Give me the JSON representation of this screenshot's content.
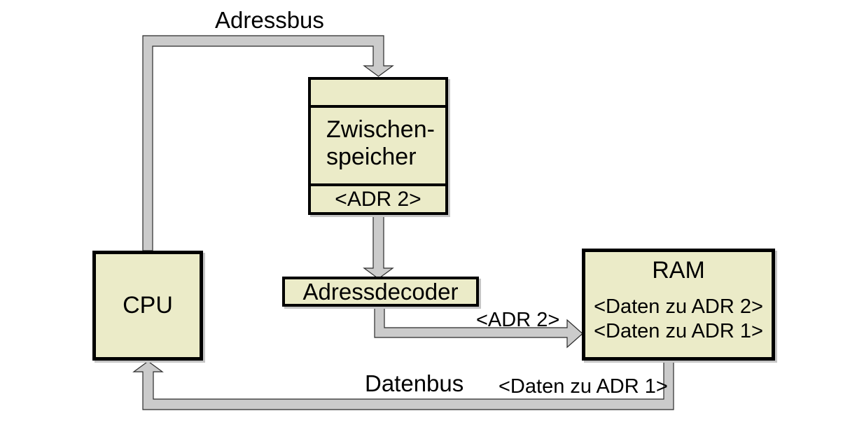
{
  "colors": {
    "background": "#ffffff",
    "box_fill": "#ebebc8",
    "box_border": "#000000",
    "box_shadow": "#c6c6c6",
    "bus_fill": "#cbcbcb",
    "bus_outline": "#2b2b2b",
    "text": "#000000"
  },
  "labels": {
    "adressbus": "Adressbus",
    "datenbus": "Datenbus",
    "adr2_on_pipe": "<ADR 2>",
    "daten_zu_adr1_on_pipe": "<Daten zu ADR 1>"
  },
  "boxes": {
    "cpu": {
      "label": "CPU"
    },
    "zwischenspeicher": {
      "label_line1": "Zwischen-",
      "label_line2": "speicher",
      "slot": "<ADR 2>"
    },
    "adressdecoder": {
      "label": "Adressdecoder"
    },
    "ram": {
      "label": "RAM",
      "slot1": "<Daten zu ADR 2>",
      "slot2": "<Daten zu ADR 1>"
    }
  },
  "buses": [
    {
      "name": "adressbus",
      "from": "CPU",
      "to": "Zwischenspeicher"
    },
    {
      "name": "zwischenspeicher-to-adressdecoder",
      "from": "Zwischenspeicher",
      "to": "Adressdecoder"
    },
    {
      "name": "adressdecoder-to-ram",
      "from": "Adressdecoder",
      "to": "RAM",
      "label": "<ADR 2>"
    },
    {
      "name": "datenbus",
      "from": "RAM",
      "to": "CPU",
      "label": "<Daten zu ADR 1>"
    }
  ]
}
